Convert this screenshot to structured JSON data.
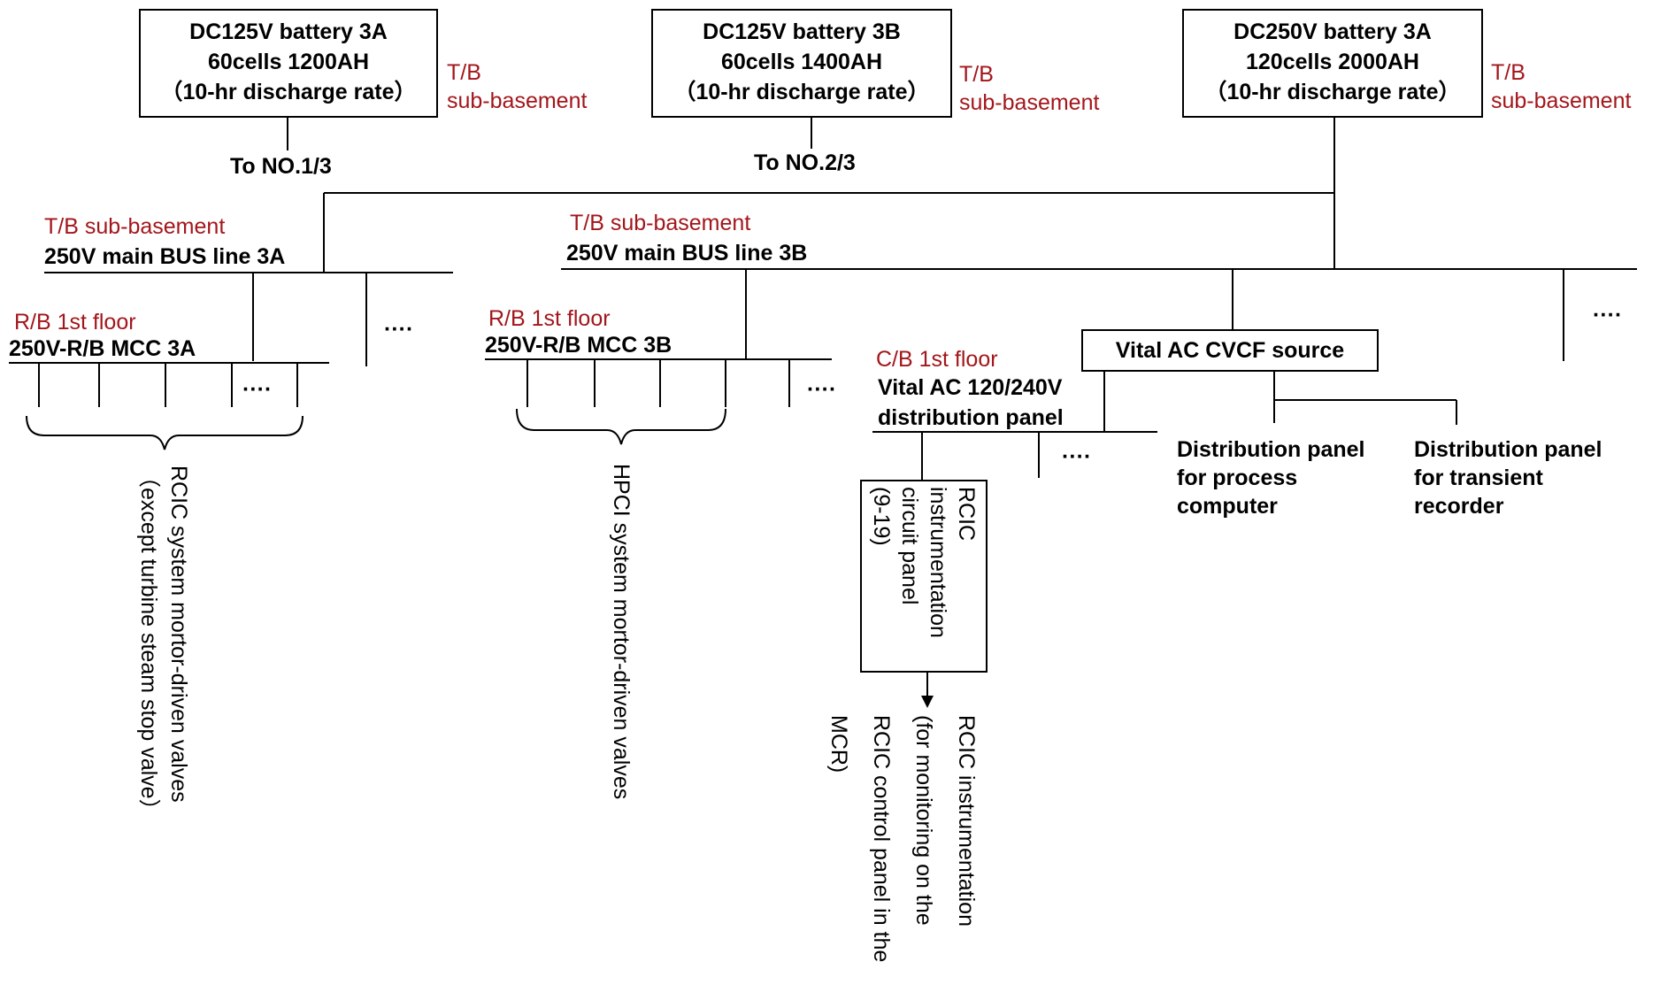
{
  "batteries": [
    {
      "lines": [
        "DC125V battery 3A",
        "60cells 1200AH",
        "（10-hr discharge rate）"
      ],
      "location": [
        "T/B",
        "sub-basement"
      ],
      "feed": "To NO.1/3"
    },
    {
      "lines": [
        "DC125V battery 3B",
        "60cells 1400AH",
        "（10-hr discharge rate）"
      ],
      "location": [
        "T/B",
        "sub-basement"
      ],
      "feed": "To NO.2/3"
    },
    {
      "lines": [
        "DC250V battery 3A",
        "120cells 2000AH",
        "（10-hr discharge rate）"
      ],
      "location": [
        "T/B",
        "sub-basement"
      ]
    }
  ],
  "buses": [
    {
      "location": "T/B sub-basement",
      "name": "250V main BUS line 3A"
    },
    {
      "location": "T/B sub-basement",
      "name": "250V main BUS line 3B"
    }
  ],
  "mccs": [
    {
      "location": "R/B 1st floor",
      "name": "250V-R/B MCC 3A"
    },
    {
      "location": "R/B 1st floor",
      "name": "250V-R/B MCC 3B"
    }
  ],
  "vital": {
    "location": "C/B 1st floor",
    "panel_lines": [
      "Vital AC 120/240V",
      "distribution panel"
    ],
    "source": "Vital AC CVCF source"
  },
  "distribution_panels": [
    [
      "Distribution panel",
      "for process",
      "computer"
    ],
    [
      "Distribution panel",
      "for transient",
      "recorder"
    ]
  ],
  "rcic_panel_lines": [
    "RCIC",
    "instrumentation",
    "circuit panel",
    "(9-19)"
  ],
  "loads": {
    "rcic_valves": [
      "RCIC system mortor-driven valves",
      "（except turbine steam stop valve）"
    ],
    "hpci_valves": "HPCI system mortor-driven valves",
    "rcic_instrumentation": [
      "RCIC        instrumentation",
      "(for  monitoring  on  the",
      "RCIC control panel in the",
      "MCR)"
    ]
  },
  "ellipsis": "····"
}
